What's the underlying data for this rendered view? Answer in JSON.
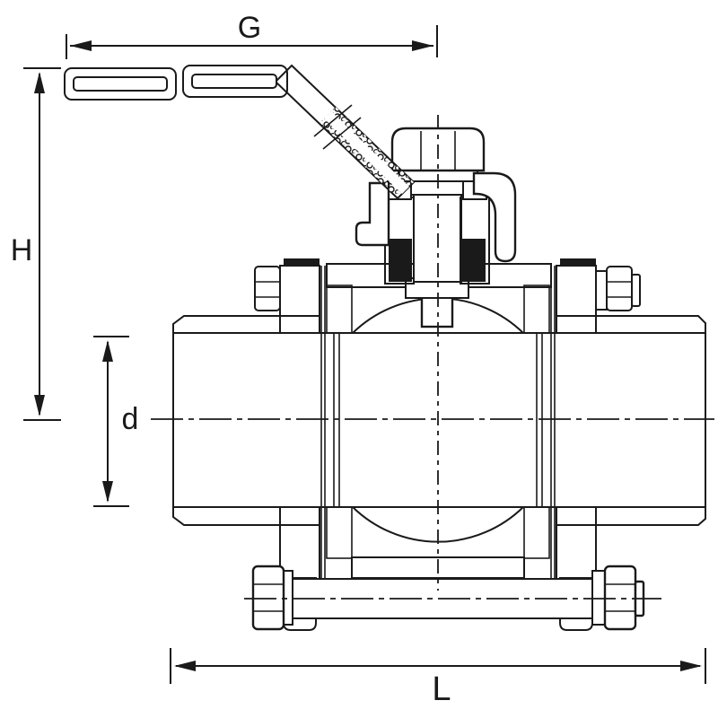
{
  "dimensions": {
    "g": {
      "label": "G"
    },
    "h": {
      "label": "H"
    },
    "d": {
      "label": "d"
    },
    "l": {
      "label": "L"
    }
  },
  "colors": {
    "ink": "#1a1a1a",
    "background": "#ffffff"
  }
}
